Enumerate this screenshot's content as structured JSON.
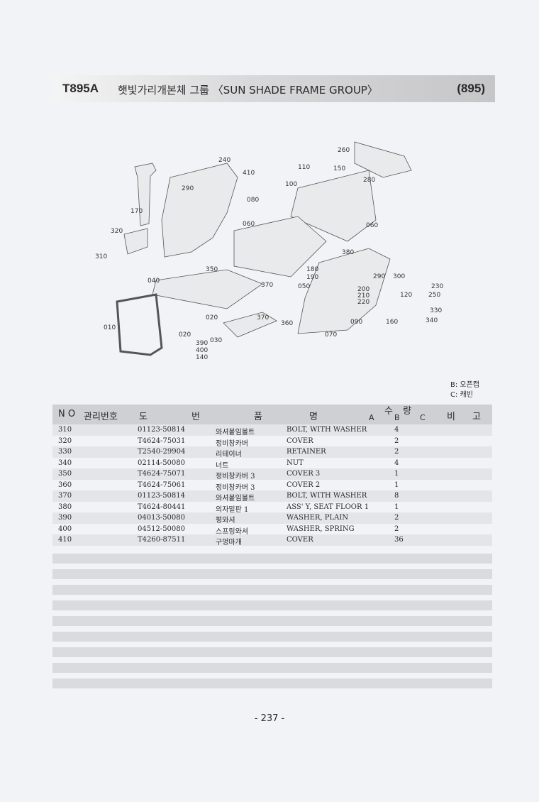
{
  "header": {
    "code": "T895A",
    "title": "햇빛가리개본체 그룹 〈SUN SHADE FRAME GROUP〉",
    "page_code": "(895)"
  },
  "diagram": {
    "labels": [
      "240",
      "410",
      "290",
      "080",
      "170",
      "320",
      "310",
      "060",
      "260",
      "110",
      "150",
      "280",
      "100",
      "060",
      "380",
      "350",
      "180",
      "190",
      "370",
      "050",
      "040",
      "290",
      "300",
      "230",
      "200",
      "210",
      "220",
      "120",
      "250",
      "330",
      "020",
      "370",
      "360",
      "090",
      "160",
      "340",
      "010",
      "020",
      "030",
      "390",
      "400",
      "140",
      "070"
    ]
  },
  "legend": {
    "b": "B: 오픈캡",
    "c": "C: 캐빈"
  },
  "table": {
    "headers": {
      "no": "N O",
      "mgmt": "관리번호",
      "do": "도",
      "beon": "번",
      "pum": "품",
      "myeong": "명",
      "su": "수",
      "ryang": "량",
      "a": "A",
      "b": "B",
      "c": "C",
      "bi": "비",
      "go": "고"
    },
    "rows": [
      {
        "no": "310",
        "part": "01123-50814",
        "kr": "와셔붙임볼트",
        "en": "BOLT, WITH WASHER",
        "qty": "4"
      },
      {
        "no": "320",
        "part": "T4624-75031",
        "kr": "정비창카버",
        "en": "COVER",
        "qty": "2"
      },
      {
        "no": "330",
        "part": "T2540-29904",
        "kr": "리테이너",
        "en": "RETAINER",
        "qty": "2"
      },
      {
        "no": "340",
        "part": "02114-50080",
        "kr": "너트",
        "en": "NUT",
        "qty": "4"
      },
      {
        "no": "350",
        "part": "T4624-75071",
        "kr": "정비창카버 3",
        "en": "COVER 3",
        "qty": "1"
      },
      {
        "no": "360",
        "part": "T4624-75061",
        "kr": "정비창카버 3",
        "en": "COVER 2",
        "qty": "1"
      },
      {
        "no": "370",
        "part": "01123-50814",
        "kr": "와셔붙임볼트",
        "en": "BOLT, WITH WASHER",
        "qty": "8"
      },
      {
        "no": "380",
        "part": "T4624-80441",
        "kr": "의자밑판 1",
        "en": "ASS' Y, SEAT FLOOR 1",
        "qty": "1"
      },
      {
        "no": "390",
        "part": "04013-50080",
        "kr": "평와셔",
        "en": "WASHER, PLAIN",
        "qty": "2"
      },
      {
        "no": "400",
        "part": "04512-50080",
        "kr": "스프링와셔",
        "en": "WASHER, SPRING",
        "qty": "2"
      },
      {
        "no": "410",
        "part": "T4260-87511",
        "kr": "구멍마개",
        "en": "COVER",
        "qty": "36"
      }
    ]
  },
  "page_number": "- 237 -"
}
